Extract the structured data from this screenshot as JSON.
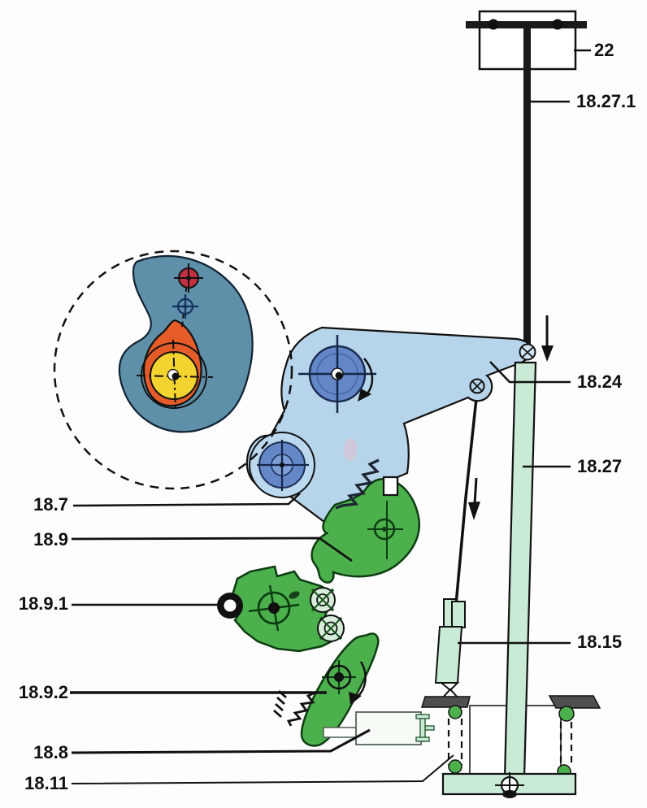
{
  "labels": {
    "p22": {
      "text": "22"
    },
    "p18271": {
      "text": "18.27.1"
    },
    "p1824": {
      "text": "18.24"
    },
    "p1827": {
      "text": "18.27"
    },
    "p1815": {
      "text": "18.15"
    },
    "p187": {
      "text": "18.7"
    },
    "p189": {
      "text": "18.9"
    },
    "p1891": {
      "text": "18.9.1"
    },
    "p1892": {
      "text": "18.9.2"
    },
    "p188": {
      "text": "18.8"
    },
    "p1811": {
      "text": "18.11"
    }
  },
  "colors": {
    "lever_blue": "#b6d4ea",
    "pulley_blue": "#6487c8",
    "pulley_inner": "#7b9cd4",
    "housing_blue": "#bcd8ee",
    "inset_teal": "#5e90a9",
    "accent_orange": "#e55c28",
    "accent_yellow": "#f3d32f",
    "accent_red": "#c4303f",
    "part_green": "#4cb14c",
    "washer_green": "#d7ecd9",
    "pale_green": "#c9ead5",
    "platform_gray": "#4f4f52",
    "line_black": "#1a1a1a"
  }
}
